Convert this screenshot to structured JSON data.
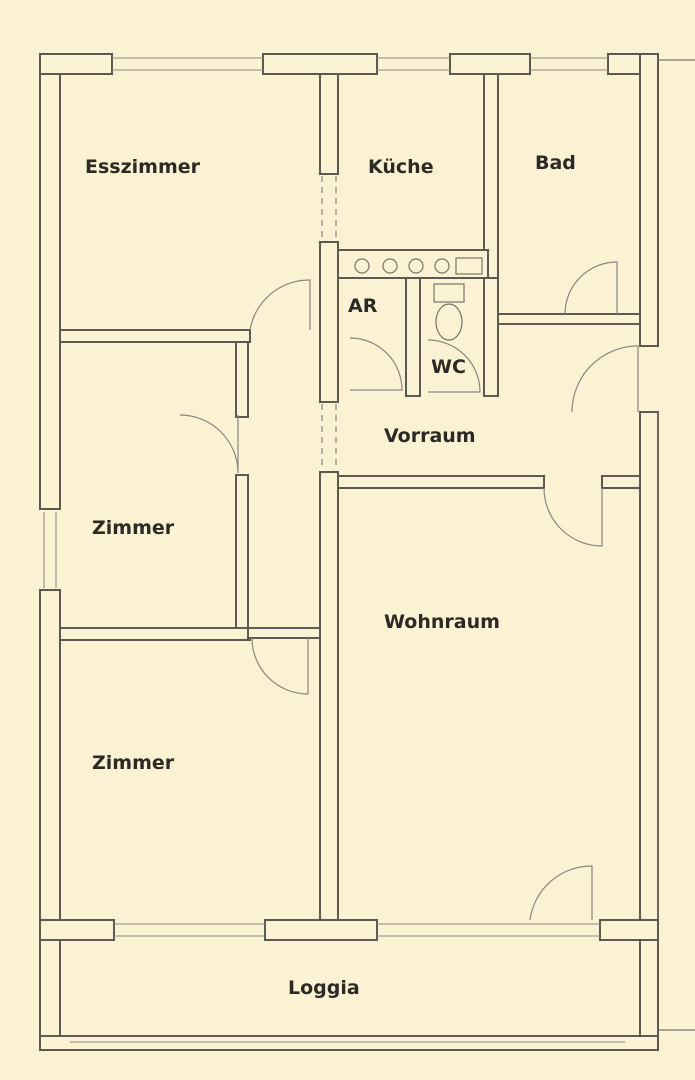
{
  "floorplan": {
    "rooms": {
      "esszimmer": "Esszimmer",
      "kueche": "Küche",
      "bad": "Bad",
      "ar": "AR",
      "wc": "WC",
      "vorraum": "Vorraum",
      "zimmer_1": "Zimmer",
      "wohnraum": "Wohnraum",
      "zimmer_2": "Zimmer",
      "loggia": "Loggia"
    },
    "colors": {
      "paper": "#fbf2d3",
      "wall_line": "#5b5951",
      "text": "#2b2a24"
    }
  }
}
